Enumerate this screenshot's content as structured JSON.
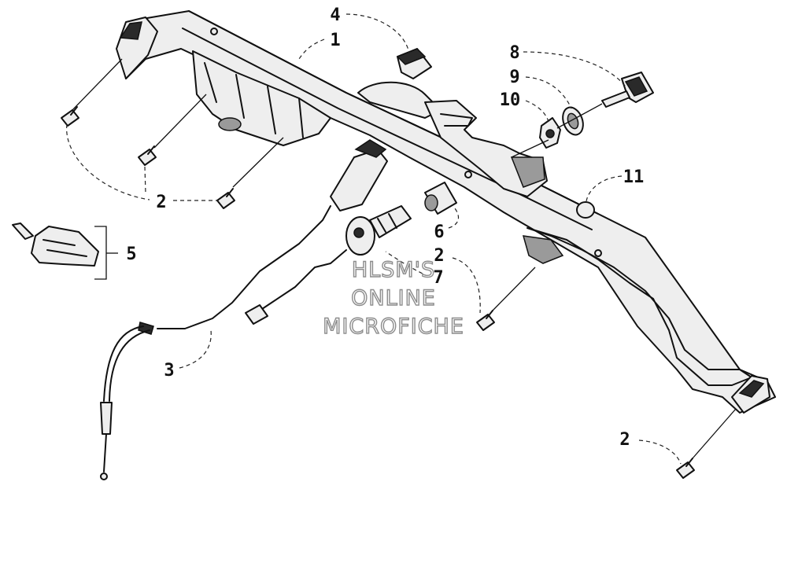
{
  "callouts": {
    "c1": "1",
    "c2a": "2",
    "c2b": "2",
    "c2c": "2",
    "c3": "3",
    "c4": "4",
    "c5": "5",
    "c6": "6",
    "c7": "7",
    "c8": "8",
    "c9": "9",
    "c10": "10",
    "c11": "11"
  },
  "watermark": {
    "line1": "HLSM'S",
    "line2": "ONLINE",
    "line3": "MICROFICHE"
  }
}
